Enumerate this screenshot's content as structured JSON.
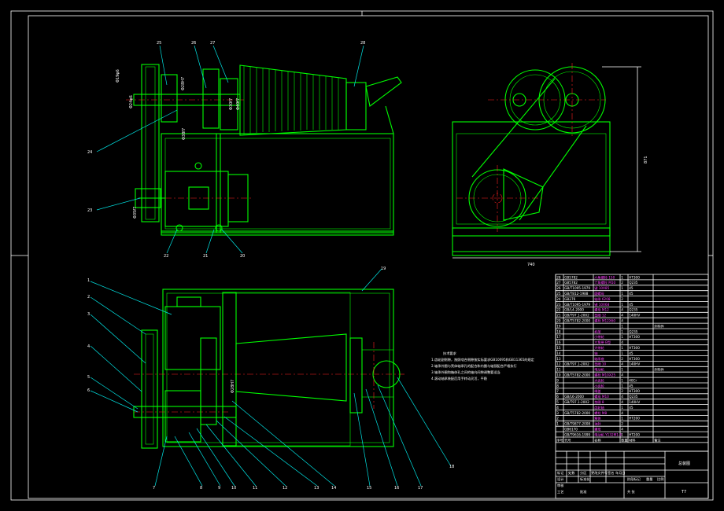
{
  "callouts_top": [
    "25",
    "26",
    "27",
    "28",
    "24",
    "23",
    "22",
    "21",
    "20"
  ],
  "callouts_side": [
    "1",
    "2",
    "3",
    "4",
    "5",
    "6",
    "19",
    "18"
  ],
  "callouts_bottom": [
    "7",
    "8",
    "9",
    "10",
    "11",
    "12",
    "13",
    "14",
    "15",
    "16",
    "17"
  ],
  "dimensions": {
    "top_left_v1": "Φ19φ6",
    "top_left_v2": "Φ24φ6",
    "shaft_d1": "Φ28H7",
    "shaft_d2": "Φ30f7",
    "shaft_d3": "Φ40f7",
    "motor_d": "Φ38f7",
    "lower_d": "Φ35f7",
    "plan_d": "Φ28H7",
    "height": "871",
    "width": "740"
  },
  "notes": {
    "title": "技术要求",
    "lines": [
      "1.齿轮副侧隙，按照啮合侧隙按实际要求GB10095和GB11365的规定",
      "2.轴承外圈与壳体轴承孔的配合和内圈与轴颈配合严格执行",
      "3.轴承外圈和箱体孔之间的轴向间隙调整要适当",
      "4.滚动轴承装配后用手转动灵活，平稳"
    ]
  },
  "parts_table": {
    "rows": [
      [
        "28",
        "GB5782",
        "六角螺栓 150",
        "1",
        "HT300",
        ""
      ],
      [
        "27",
        "GB5782",
        "六角螺栓 M10",
        "2",
        "Q235",
        ""
      ],
      [
        "26",
        "GB/T1095-1979",
        "键 10X85",
        "1",
        "45",
        ""
      ],
      [
        "25",
        "GB/T812-1988",
        "圆螺母",
        "1",
        "45",
        ""
      ],
      [
        "24",
        "GB276",
        "轴承 6208",
        "2",
        "",
        ""
      ],
      [
        "23",
        "GB/T1095-1979",
        "键 10X68",
        "1",
        "45",
        ""
      ],
      [
        "22",
        "GB/L4-2000",
        "螺母 M12",
        "4",
        "Q235",
        ""
      ],
      [
        "21",
        "GB/T97.1-2002",
        "垫圈 12",
        "4",
        "140HV",
        ""
      ],
      [
        "20",
        "GB/T5782-2000",
        "螺栓 M12X60",
        "4",
        "",
        ""
      ],
      [
        "19",
        "",
        "",
        "1",
        "",
        "外购件"
      ],
      [
        "18",
        "",
        "机架",
        "1",
        "Q235",
        ""
      ],
      [
        "17",
        "",
        "小带轮",
        "1",
        "HT300",
        ""
      ],
      [
        "16",
        "",
        "三角带 B型",
        "4",
        "",
        ""
      ],
      [
        "15",
        "",
        "大带轮",
        "1",
        "HT300",
        ""
      ],
      [
        "14",
        "",
        "轴",
        "1",
        "45",
        ""
      ],
      [
        "13",
        "",
        "轴承座",
        "2",
        "HT300",
        ""
      ],
      [
        "12",
        "GB/T97.1-2002",
        "垫圈 10",
        "4",
        "140HV",
        ""
      ],
      [
        "11",
        "",
        "电动机",
        "1",
        "",
        "外购件"
      ],
      [
        "10",
        "GB/T5782-2000",
        "螺栓 M10X25",
        "4",
        "",
        ""
      ],
      [
        "9",
        "",
        "大齿轮",
        "1",
        "40Cr",
        ""
      ],
      [
        "8",
        "",
        "小齿轮",
        "1",
        "45",
        ""
      ],
      [
        "7",
        "",
        "端盖",
        "2",
        "HT300",
        ""
      ],
      [
        "6",
        "GB/L6-2000",
        "螺母 M10",
        "4",
        "Q235",
        ""
      ],
      [
        "5",
        "GB/T97.1-2002",
        "垫圈 8",
        "4",
        "140HV",
        ""
      ],
      [
        "4",
        "",
        "齿轮轴",
        "1",
        "45",
        ""
      ],
      [
        "3",
        "GB/T5782-2000",
        "螺栓 M8",
        "4",
        "",
        ""
      ],
      [
        "2",
        "",
        "箱体",
        "1",
        "HT200",
        ""
      ],
      [
        "1",
        "GB/T9877-2008",
        "油封",
        "2",
        "",
        ""
      ],
      [
        "",
        "GB6170",
        "螺母",
        "4",
        "",
        ""
      ],
      [
        "",
        "GB/T9616-1999",
        "电动机 Y132M1-6",
        "1",
        "HT200",
        ""
      ]
    ],
    "header": [
      "序号",
      "代号",
      "名称",
      "数量",
      "材料",
      "备注"
    ]
  },
  "title_block": {
    "drawing_title": "总装图",
    "drawing_no": "T7",
    "scale_label": "比例",
    "sheet_label": "共 张",
    "labels": [
      "标记",
      "处数",
      "分区",
      "更改文件号",
      "签名",
      "年月日",
      "设计",
      "标准化",
      "阶段标记",
      "重量",
      "审核",
      "工艺",
      "批准"
    ]
  },
  "colors": {
    "background": "#000000",
    "outline": "#00ff00",
    "leader": "#00e5e5",
    "hidden": "#e8e800",
    "centerline": "#ff2020",
    "text": "#ffffff"
  }
}
